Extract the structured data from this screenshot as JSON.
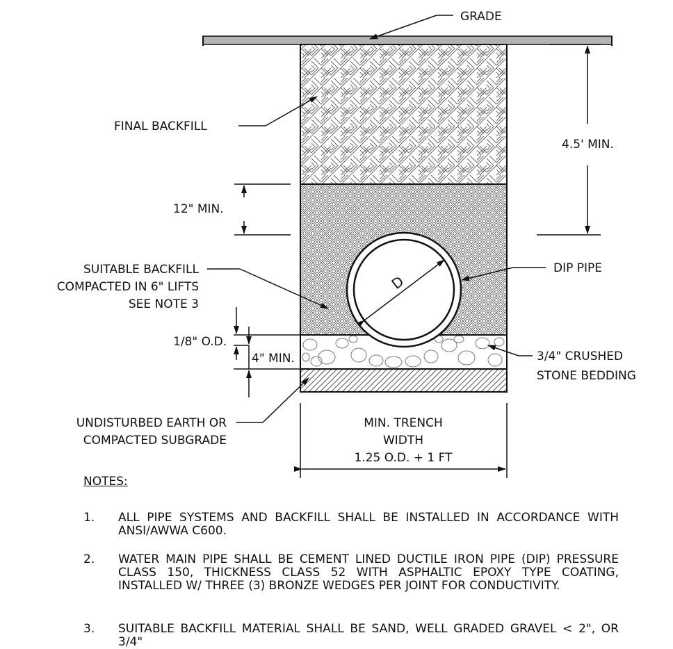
{
  "labels": {
    "grade": "GRADE",
    "final_backfill": "FINAL BACKFILL",
    "depth_min": "4.5' MIN.",
    "twelve_min": "12\" MIN.",
    "suitable_backfill": [
      "SUITABLE BACKFILL",
      "COMPACTED IN 6\" LIFTS",
      "SEE NOTE 3"
    ],
    "dip_pipe": "DIP PIPE",
    "pipe_diameter": "D",
    "one_eighth_od": "1/8\" O.D.",
    "four_min": "4\" MIN.",
    "stone_bedding": [
      "3/4\" CRUSHED",
      "STONE BEDDING"
    ],
    "undisturbed": [
      "UNDISTURBED EARTH OR",
      "COMPACTED SUBGRADE"
    ],
    "trench_width": [
      "MIN. TRENCH",
      "WIDTH",
      "1.25 O.D. + 1 FT"
    ]
  },
  "notes": {
    "title": "NOTES:",
    "items": [
      {
        "num": "1.",
        "text": "ALL PIPE SYSTEMS AND BACKFILL SHALL BE INSTALLED IN ACCORDANCE WITH ANSI/AWWA C600."
      },
      {
        "num": "2.",
        "text": "WATER MAIN PIPE SHALL BE CEMENT LINED DUCTILE IRON PIPE (DIP) PRESSURE CLASS 150, THICKNESS CLASS 52 WITH ASPHALTIC EPOXY TYPE COATING, INSTALLED W/ THREE (3) BRONZE WEDGES PER JOINT FOR CONDUCTIVITY."
      },
      {
        "num": "3.",
        "text": "SUITABLE BACKFILL MATERIAL SHALL BE SAND, WELL GRADED GRAVEL < 2\", OR 3/4\""
      }
    ]
  },
  "colors": {
    "line": "#111111",
    "grade_fill": "#b3b3b3",
    "hatch": "#555555"
  }
}
